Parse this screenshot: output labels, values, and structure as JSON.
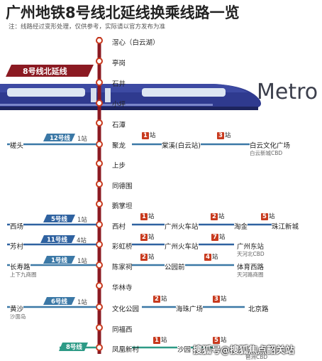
{
  "title": "广州地铁8号线北延线换乘线路一览",
  "note": "注：线路经过变形处理，仅供参考，实际请以官方发布为准",
  "line_banner": "8号线北延线",
  "logo": "Metro",
  "colors": {
    "line8": "#8b1a22",
    "line12": "#3b78a6",
    "line5": "#2f62a0",
    "line11": "#2f62a0",
    "line1": "#3b78a6",
    "line6": "#3b78a6",
    "line8b": "#2d9a86",
    "transfer": "#c83a1e"
  },
  "stations": [
    "滘心（白云湖）",
    "亭岗",
    "石井",
    "小坪",
    "石潭",
    "聚龙",
    "上步",
    "同德围",
    "鹅掌坦",
    "西村",
    "彩虹桥",
    "陈家祠",
    "华林寺",
    "文化公园",
    "同福西",
    "凤凰新村"
  ],
  "rows": {
    "r1": {
      "left": "槎头",
      "badge": "12号线",
      "stops": "1站",
      "count1": "1",
      "name1": "棠溪(白云站)",
      "count2": "3",
      "name2": "白云文化广场",
      "sub2": "白云新城CBD"
    },
    "r2": {
      "left": "西场",
      "badge": "5号线",
      "stops": "1站",
      "count1": "1",
      "name1": "广州火车站",
      "count2": "2",
      "name2": "淘金",
      "count3": "5",
      "name3": "珠江新城"
    },
    "r3": {
      "left": "芳村",
      "badge": "11号线",
      "stops": "4站",
      "count1": "2",
      "name1": "广州火车站",
      "count2": "7",
      "name2": "广州东站",
      "sub2": "天河北CBD"
    },
    "r4": {
      "left": "长寿路",
      "sub": "上下九商圈",
      "badge": "1号线",
      "stops": "1站",
      "count1": "2",
      "name1": "公园前",
      "count2": "4",
      "name2": "体育西路",
      "sub2": "天河路商圈"
    },
    "r5": {
      "left": "黄沙",
      "sub": "沙面岛",
      "badge": "6号线",
      "stops": "1站",
      "count1": "2",
      "name1": "海珠广场",
      "count2": "3",
      "name2": "北京路"
    },
    "r6": {
      "badge": "8号线",
      "count1": "1",
      "name1": "沙园",
      "count2": "5",
      "name2": "",
      "sub2": "琶洲CBD"
    }
  },
  "unit_suffix": "站",
  "watermark": "搜狐号@搜狐焦点韶关站"
}
